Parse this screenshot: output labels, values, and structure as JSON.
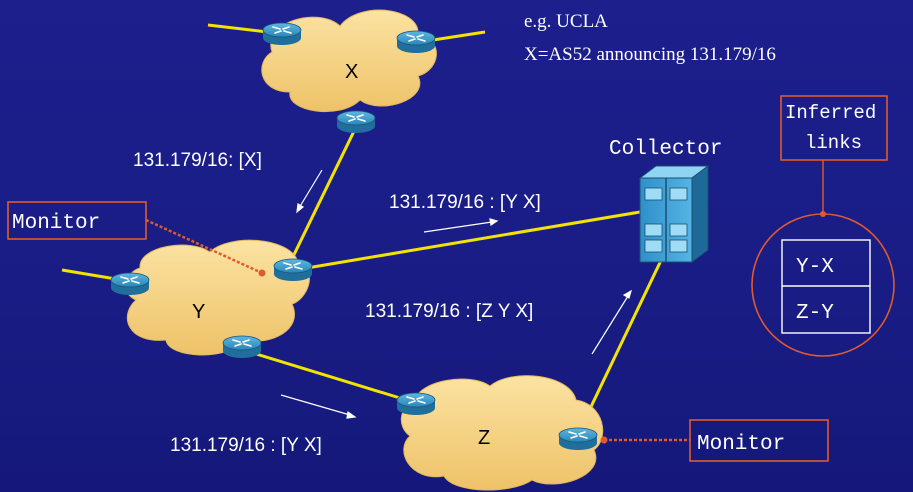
{
  "note": {
    "line1": "e.g. UCLA",
    "line2": "X=AS52 announcing 131.179/16"
  },
  "clouds": {
    "x": "X",
    "y": "Y",
    "z": "Z"
  },
  "collector_label": "Collector",
  "announcements": {
    "x_to_y": "131.179/16: [X]",
    "y_to_collector": "131.179/16 : [Y X]",
    "z_to_collector": "131.179/16 : [Z Y X]",
    "y_to_z": "131.179/16 : [Y X]"
  },
  "monitors": {
    "left": "Monitor",
    "right": "Monitor"
  },
  "inferred": {
    "title_line1": "Inferred",
    "title_line2": "links",
    "rows": [
      "Y-X",
      "Z-Y"
    ]
  },
  "colors": {
    "background": "#1c1f8c",
    "link": "#f2e400",
    "label_box_border": "#e05a2a",
    "monitor_line": "#e05a2a",
    "cloud_fill": "#f3d27e",
    "router_fill": "#2b85b5"
  }
}
